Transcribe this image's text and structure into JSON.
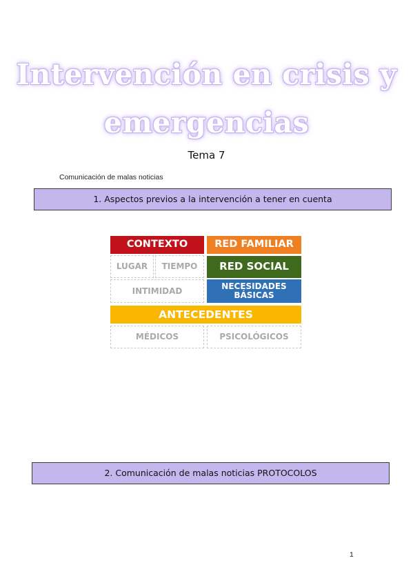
{
  "header": {
    "title_line1": "Intervención en crisis y",
    "title_line2": "emergencias",
    "subtitle": "Tema 7"
  },
  "caption": "Comunicación de malas noticias",
  "sections": [
    {
      "label": "1.  Aspectos previos a la intervención a tener en cuenta"
    },
    {
      "label": "2.  Comunicación de malas noticias PROTOCOLOS"
    }
  ],
  "infographic": {
    "contexto": "CONTEXTO",
    "red_familiar": "RED FAMILIAR",
    "lugar": "LUGAR",
    "tiempo": "TIEMPO",
    "red_social": "RED SOCIAL",
    "intimidad": "INTIMIDAD",
    "necesidades": "NECESIDADES BÁSICAS",
    "antecedentes": "ANTECEDENTES",
    "medicos": "MÉDICOS",
    "psicologicos": "PSICOLÓGICOS",
    "colors": {
      "contexto": "#c1121c",
      "red_familiar": "#ef7f23",
      "red_social": "#3f6a1e",
      "necesidades": "#2f70b6",
      "antecedentes": "#f9b700"
    }
  },
  "footer": {
    "page_number": "1"
  }
}
